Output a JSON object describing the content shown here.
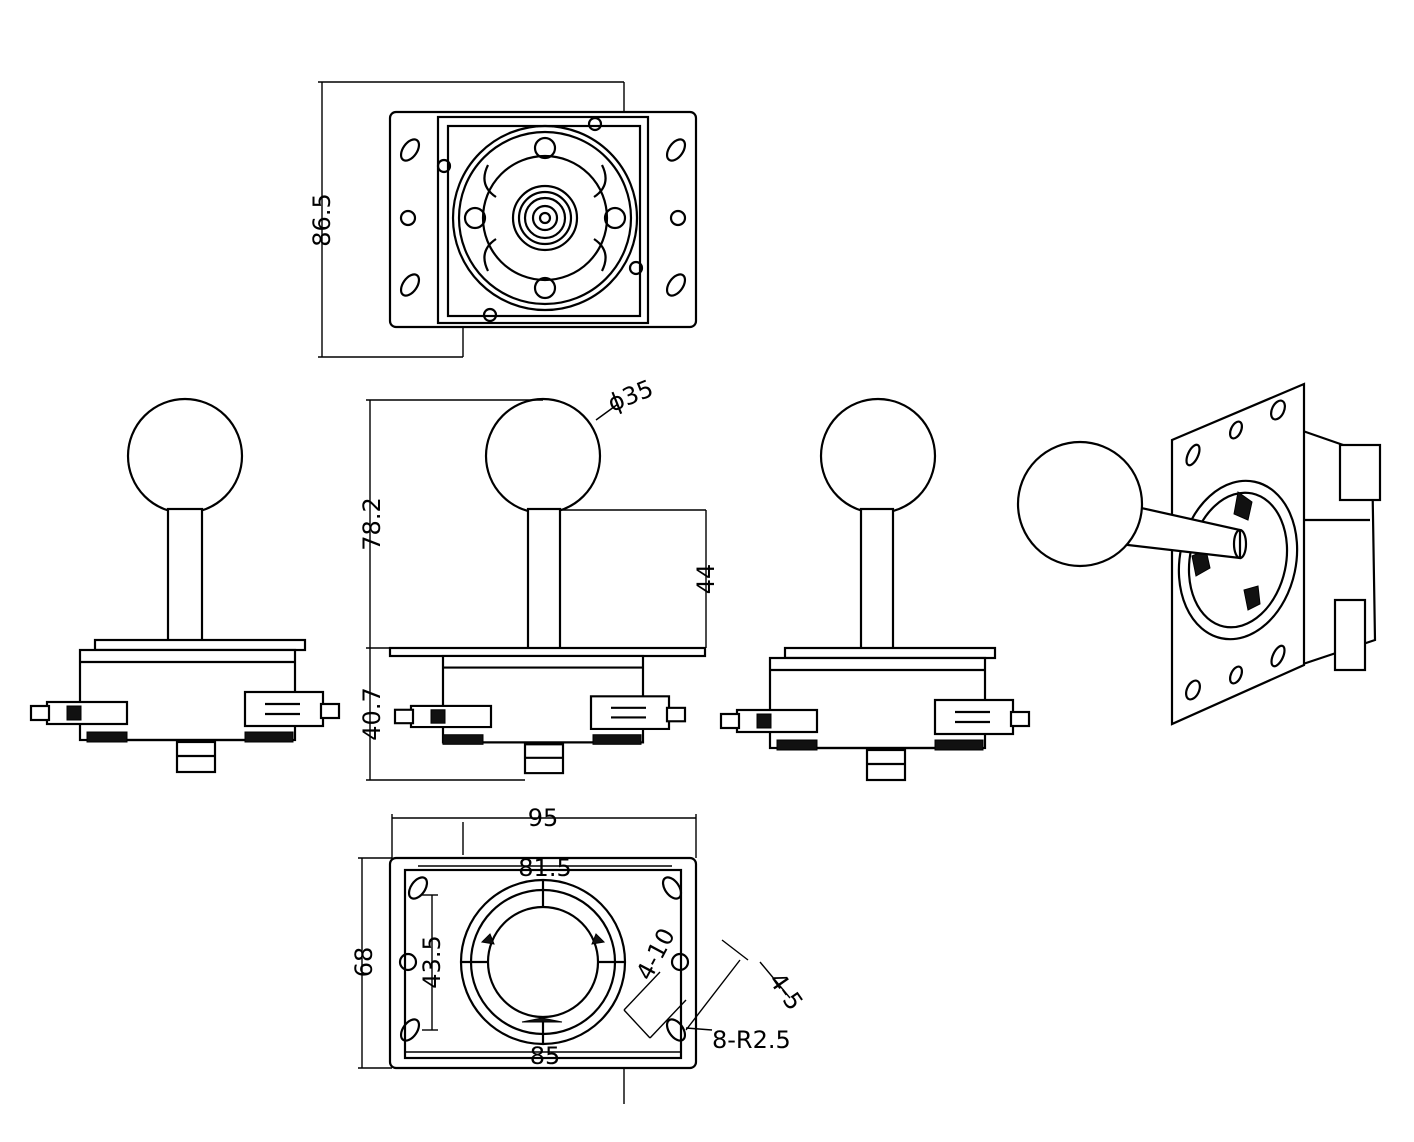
{
  "dimensions": {
    "top_height": "86.5",
    "ball_diameter": "ϕ35",
    "overall_height": "78.2",
    "shaft_height": "44",
    "base_height": "40.7",
    "plate_width": "95",
    "hole_span_top": "81.5",
    "side_height": "68",
    "hole_spacing_vertical": "43.5",
    "hole_span_bottom": "85",
    "slot_length": "4-10",
    "slot_width": "4-5",
    "corner_radius": "8-R2.5"
  }
}
